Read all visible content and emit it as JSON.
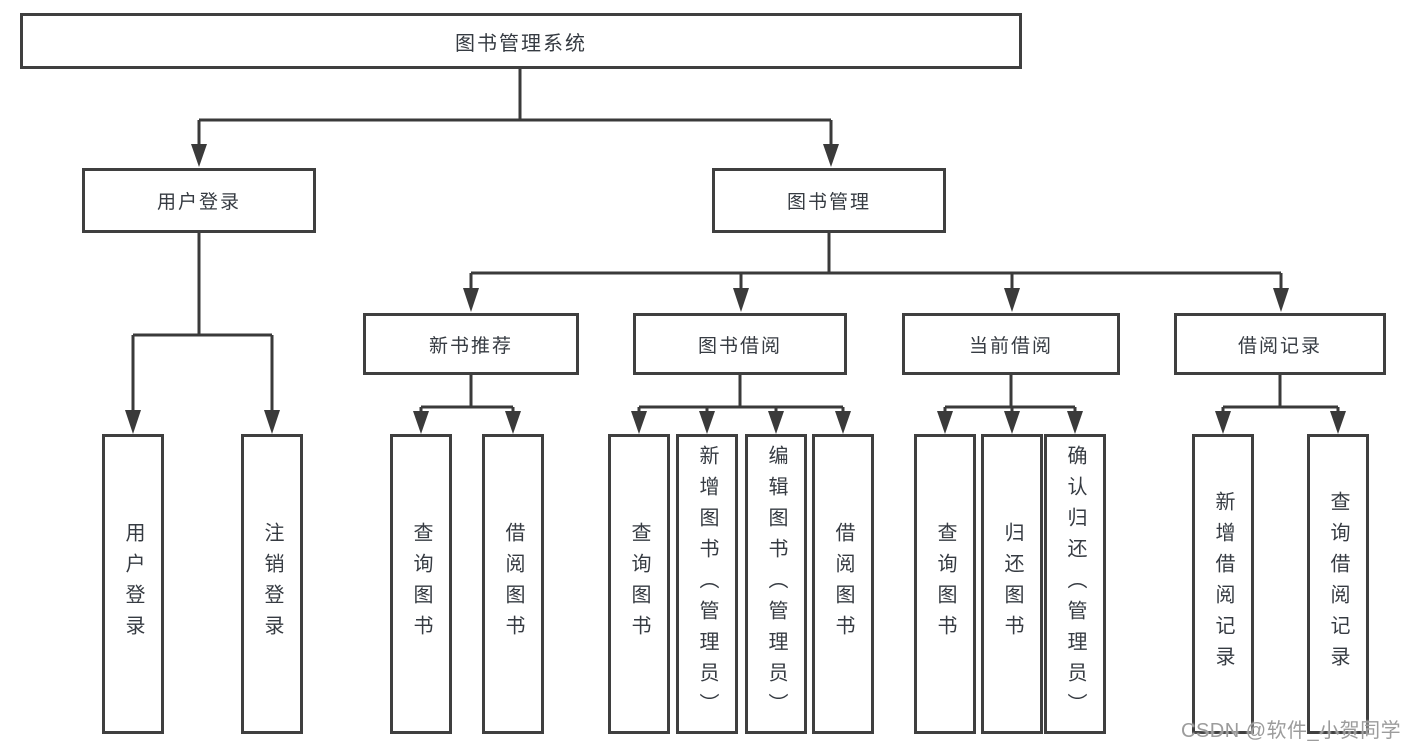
{
  "diagram": {
    "root": {
      "label": "图书管理系统"
    },
    "branches": [
      {
        "label": "用户登录",
        "children": [
          {
            "label": "用户登录"
          },
          {
            "label": "注销登录"
          }
        ]
      },
      {
        "label": "图书管理",
        "sections": [
          {
            "label": "新书推荐",
            "children": [
              {
                "label": "查询图书"
              },
              {
                "label": "借阅图书"
              }
            ]
          },
          {
            "label": "图书借阅",
            "children": [
              {
                "label": "查询图书"
              },
              {
                "label": "新增图书（管理员）"
              },
              {
                "label": "编辑图书（管理员）"
              },
              {
                "label": "借阅图书"
              }
            ]
          },
          {
            "label": "当前借阅",
            "children": [
              {
                "label": "查询图书"
              },
              {
                "label": "归还图书"
              },
              {
                "label": "确认归还（管理员）"
              }
            ]
          },
          {
            "label": "借阅记录",
            "children": [
              {
                "label": "新增借阅记录"
              },
              {
                "label": "查询借阅记录"
              }
            ]
          }
        ]
      }
    ]
  },
  "watermark": {
    "text": "CSDN @软件_小贺同学",
    "color": "#9c9c9c"
  },
  "colors": {
    "line": "#3a3a3a",
    "border": "#3f3f3f",
    "text": "#363b42",
    "background": "#ffffff"
  }
}
